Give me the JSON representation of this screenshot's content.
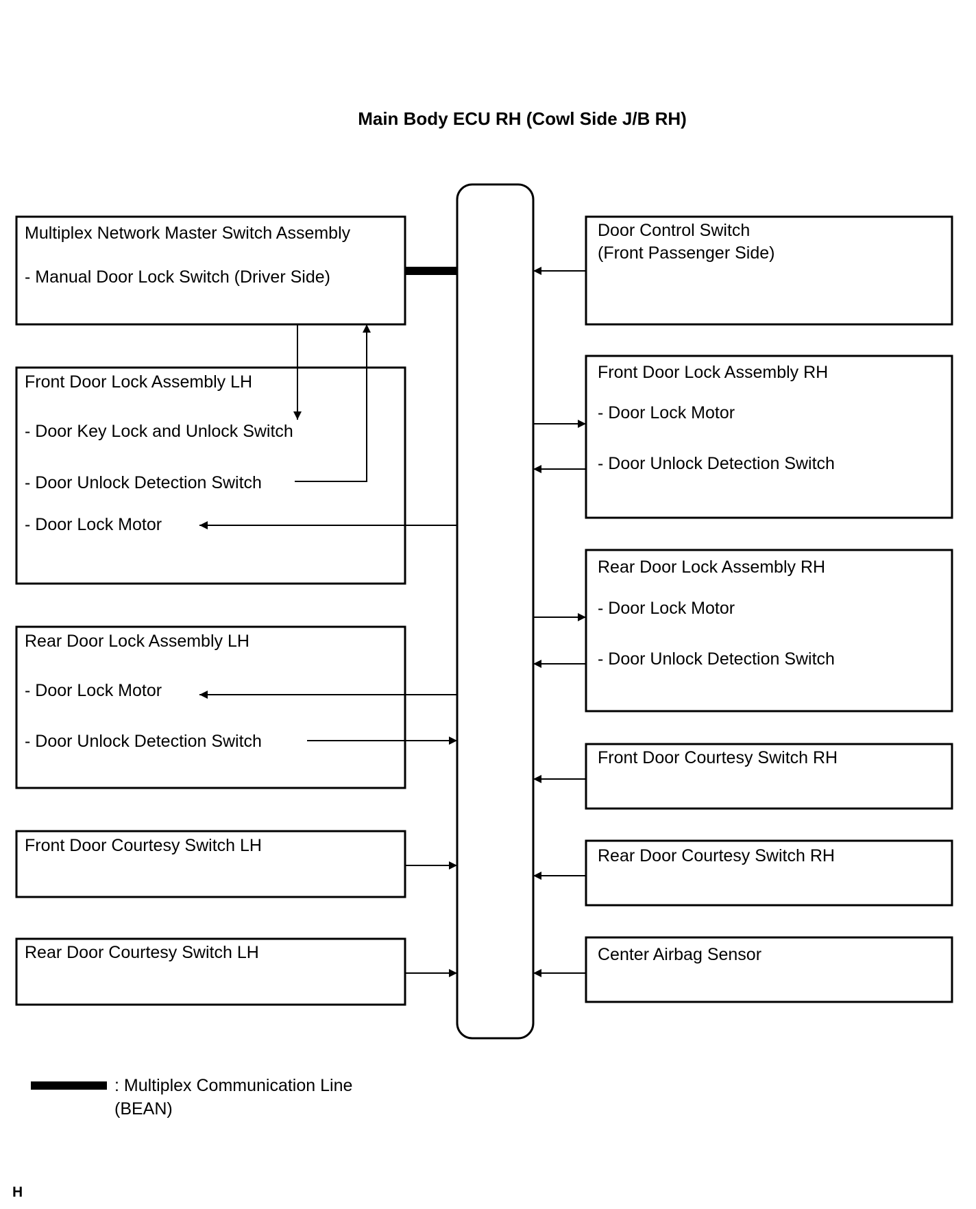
{
  "title": "Main Body ECU RH (Cowl Side J/B RH)",
  "figure_code": "H",
  "ecu": {
    "name": "Main Body ECU RH (Cowl Side J/B RH)"
  },
  "left_boxes": [
    {
      "id": "master",
      "title": "Multiplex Network Master Switch Assembly",
      "items": [
        "- Manual Door Lock Switch (Driver Side)"
      ]
    },
    {
      "id": "fl-lock",
      "title": "Front Door Lock Assembly LH",
      "items": [
        "- Door Key Lock and Unlock Switch",
        "- Door Unlock Detection Switch",
        "- Door Lock Motor"
      ]
    },
    {
      "id": "rl-lock",
      "title": "Rear Door Lock Assembly LH",
      "items": [
        "- Door Lock Motor",
        "- Door Unlock Detection Switch"
      ]
    },
    {
      "id": "fl-courtesy",
      "title": "Front Door Courtesy Switch LH",
      "items": []
    },
    {
      "id": "rl-courtesy",
      "title": "Rear Door Courtesy Switch LH",
      "items": []
    }
  ],
  "right_boxes": [
    {
      "id": "door-control",
      "title": "Door Control Switch",
      "subtitle": "(Front Passenger Side)",
      "items": []
    },
    {
      "id": "fr-lock",
      "title": "Front Door Lock Assembly RH",
      "items": [
        "- Door Lock Motor",
        "- Door Unlock Detection Switch"
      ]
    },
    {
      "id": "rr-lock",
      "title": "Rear Door Lock Assembly RH",
      "items": [
        "- Door Lock Motor",
        "- Door Unlock Detection Switch"
      ]
    },
    {
      "id": "fr-courtesy",
      "title": "Front Door Courtesy Switch RH",
      "items": []
    },
    {
      "id": "rr-courtesy",
      "title": "Rear Door Courtesy Switch RH",
      "items": []
    },
    {
      "id": "airbag",
      "title": "Center Airbag Sensor",
      "items": []
    }
  ],
  "legend": {
    "line1": ": Multiplex Communication Line",
    "line2": "(BEAN)"
  }
}
